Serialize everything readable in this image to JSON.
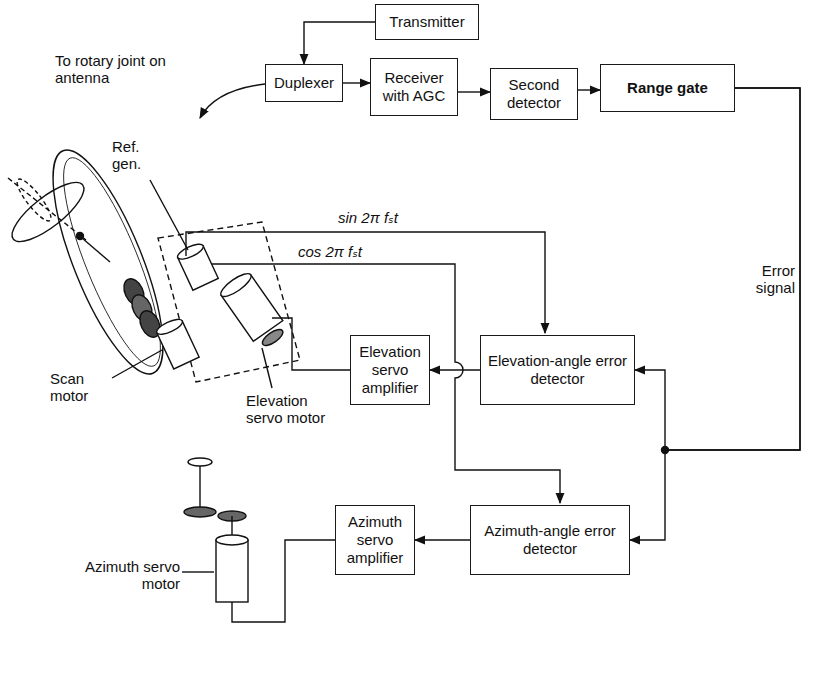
{
  "diagram": {
    "nodes": [
      {
        "text": [
          "Transmitter"
        ]
      },
      {
        "text": [
          "Duplexer"
        ]
      },
      {
        "text": [
          "Receiver with AGC"
        ]
      },
      {
        "text": [
          "Second detector"
        ]
      },
      {
        "text": [
          "Range gate"
        ]
      },
      {
        "text": [
          "Elevation servo amplifier"
        ]
      },
      {
        "text": [
          "Elevation-angle error detector"
        ]
      },
      {
        "text": [
          "Azimuth servo amplifier"
        ]
      },
      {
        "text": [
          "Azimuth-angle error detector"
        ]
      }
    ],
    "edges": [
      {
        "from": 0,
        "to": 1,
        "arrow": "to"
      },
      {
        "from": 1,
        "to": 2,
        "arrow": "to"
      },
      {
        "from": 2,
        "to": 3,
        "arrow": "to"
      },
      {
        "from": 3,
        "to": 4,
        "arrow": "to"
      },
      {
        "from": 4,
        "to": 6,
        "arrow": "to"
      },
      {
        "from": 4,
        "to": 8,
        "arrow": "to"
      },
      {
        "from": 6,
        "to": 5,
        "arrow": "to"
      },
      {
        "from": 8,
        "to": 7,
        "arrow": "to"
      }
    ],
    "labels": [
      "To rotary joint on antenna",
      "Ref. gen.",
      "sin 2π fₛt",
      "cos 2π fₛt",
      "Scan motor",
      "Elevation servo motor",
      "Azimuth servo motor",
      "Error signal"
    ]
  }
}
